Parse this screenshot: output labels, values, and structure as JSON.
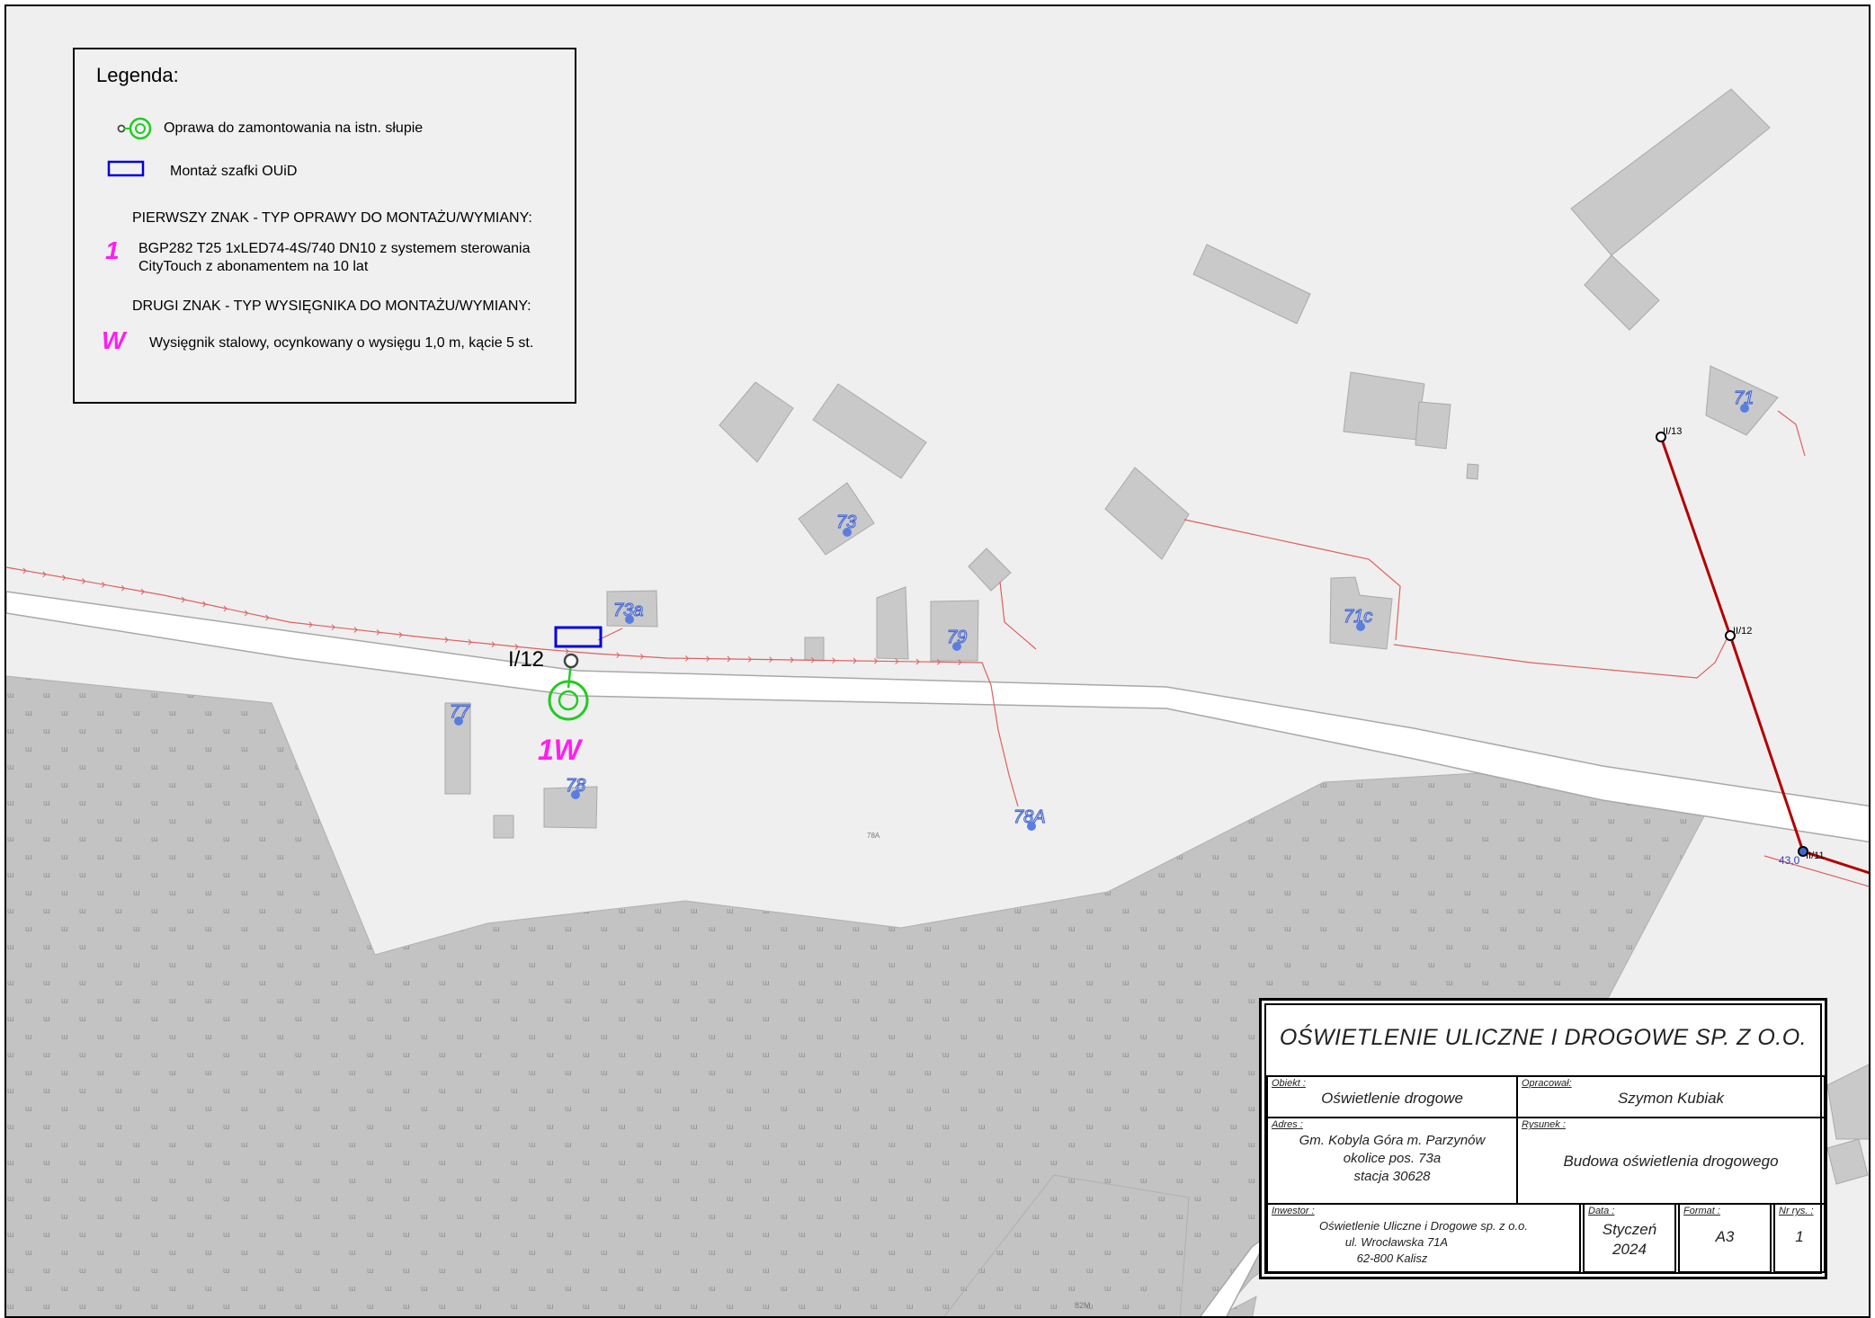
{
  "legend": {
    "title": "Legenda:",
    "items": [
      {
        "label": "Oprawa do zamontowania na istn. słupie"
      },
      {
        "label": "Montaż szafki OUiD"
      }
    ],
    "heading1": "PIERWSZY ZNAK - TYP OPRAWY DO MONTAŻU/WYMIANY:",
    "code1": "1",
    "code1_line1": "BGP282 T25 1xLED74-4S/740 DN10 z systemem sterowania",
    "code1_line2": "CityTouch z abonamentem na 10 lat",
    "heading2": "DRUGI ZNAK - TYP WYSIĘGNIKA DO MONTAŻU/WYMIANY:",
    "code2": "W",
    "code2_text": "Wysięgnik stalowy, ocynkowany o wysięgu 1,0 m, kącie 5 st."
  },
  "map": {
    "pole_label": "I/12",
    "fixture_code": "1W",
    "address_numbers": [
      "71",
      "73",
      "73a",
      "79",
      "71c",
      "77",
      "78",
      "78A"
    ],
    "parcel_labels": [
      "78A",
      "82M"
    ],
    "network_poles": [
      "II/13",
      "II/12",
      "II/11"
    ],
    "elevation": "43,0",
    "colors": {
      "fixture": "#22cc22",
      "cabinet": "#0000dd",
      "code": "#ff1ef0",
      "power_line": "#b30000",
      "cable": "#e06060",
      "address": "#4a6ad0"
    }
  },
  "title_block": {
    "company": "OŚWIETLENIE ULICZNE I DROGOWE SP. Z O.O.",
    "obiekt_label": "Obiekt :",
    "obiekt_value": "Oświetlenie drogowe",
    "opracowal_label": "Opracował:",
    "opracowal_value": "Szymon Kubiak",
    "adres_label": "Adres :",
    "adres_line1": "Gm. Kobyla Góra m. Parzynów",
    "adres_line2": "okolice pos. 73a",
    "adres_line3": "stacja 30628",
    "rysunek_label": "Rysunek :",
    "rysunek_value": "Budowa oświetlenia drogowego",
    "inwestor_label": "Inwestor :",
    "inwestor_line1": "Oświetlenie Uliczne i Drogowe sp. z o.o.",
    "inwestor_line2": "ul. Wrocławska 71A",
    "inwestor_line3": "62-800 Kalisz",
    "data_label": "Data :",
    "data_line1": "Styczeń",
    "data_line2": "2024",
    "format_label": "Format :",
    "format_value": "A3",
    "nr_label": "Nr rys. :",
    "nr_value": "1"
  }
}
